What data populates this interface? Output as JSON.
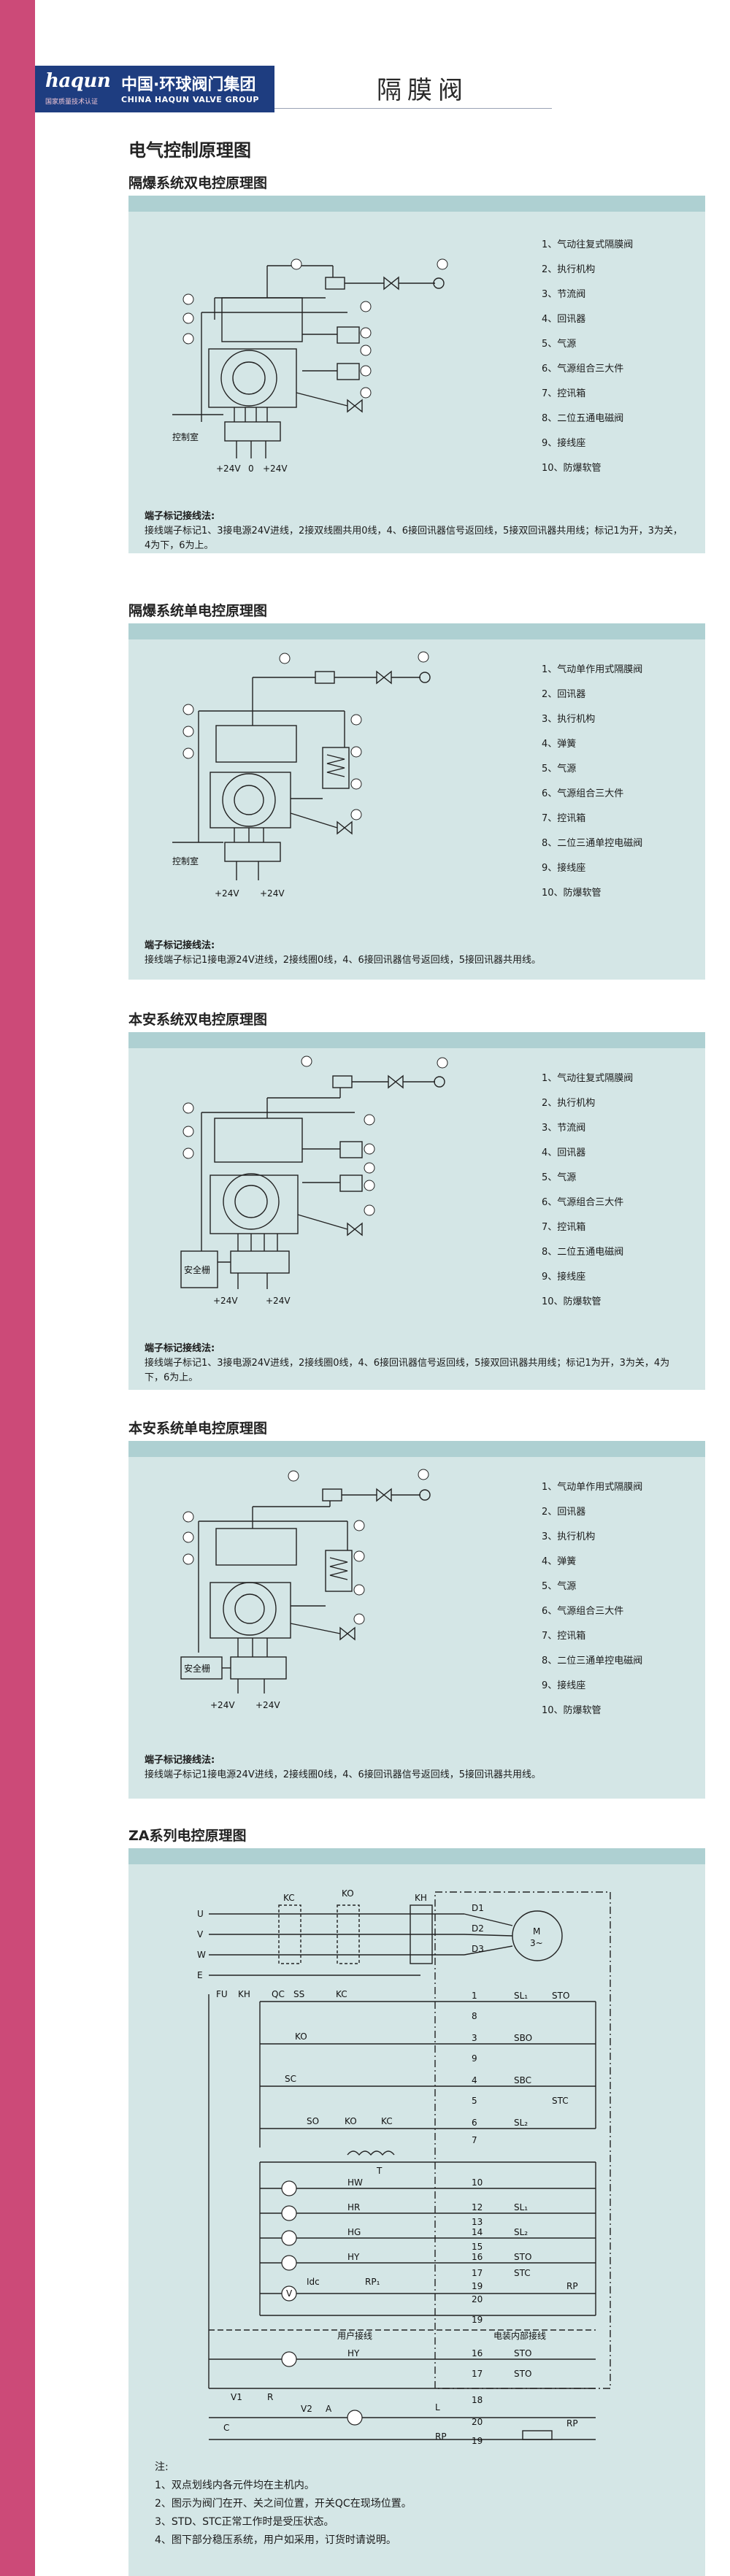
{
  "header": {
    "logo_en": "haqun",
    "logo_tagline": "国家质量技术认证",
    "logo_cn": "中国·环球阀门集团",
    "logo_en_sub": "CHINA HAQUN VALVE GROUP",
    "title": "隔膜阀"
  },
  "page_title": "电气控制原理图",
  "sections": [
    {
      "title": "隔爆系统双电控原理图",
      "legend": [
        "1、气动往复式隔膜阀",
        "2、执行机构",
        "3、节流阀",
        "4、回讯器",
        "5、气源",
        "6、气源组合三大件",
        "7、控讯箱",
        "8、二位五通电磁阀",
        "9、接线座",
        "10、防爆软管"
      ],
      "terminal_title": "端子标记接线法:",
      "terminal_text": "接线端子标记1、3接电源24V进线，2接双线圈共用0线，4、6接回讯器信号返回线，5接双回讯器共用线；标记1为开，3为关，4为下，6为上。",
      "labels": {
        "control_room": "控制室",
        "v1": "+24V",
        "v0": "0",
        "v2": "+24V"
      }
    },
    {
      "title": "隔爆系统单电控原理图",
      "legend": [
        "1、气动单作用式隔膜阀",
        "2、回讯器",
        "3、执行机构",
        "4、弹簧",
        "5、气源",
        "6、气源组合三大件",
        "7、控讯箱",
        "8、二位三通单控电磁阀",
        "9、接线座",
        "10、防爆软管"
      ],
      "terminal_title": "端子标记接线法:",
      "terminal_text": "接线端子标记1接电源24V进线，2接线圈0线，4、6接回讯器信号返回线，5接回讯器共用线。",
      "labels": {
        "control_room": "控制室",
        "v1": "+24V",
        "v2": "+24V"
      }
    },
    {
      "title": "本安系统双电控原理图",
      "legend": [
        "1、气动往复式隔膜阀",
        "2、执行机构",
        "3、节流阀",
        "4、回讯器",
        "5、气源",
        "6、气源组合三大件",
        "7、控讯箱",
        "8、二位五通电磁阀",
        "9、接线座",
        "10、防爆软管"
      ],
      "terminal_title": "端子标记接线法:",
      "terminal_text": "接线端子标记1、3接电源24V进线，2接线圈0线，4、6接回讯器信号返回线，5接双回讯器共用线；标记1为开，3为关，4为下，6为上。",
      "labels": {
        "control_room": "安全栅",
        "v1": "+24V",
        "v2": "+24V"
      }
    },
    {
      "title": "本安系统单电控原理图",
      "legend": [
        "1、气动单作用式隔膜阀",
        "2、回讯器",
        "3、执行机构",
        "4、弹簧",
        "5、气源",
        "6、气源组合三大件",
        "7、控讯箱",
        "8、二位三通单控电磁阀",
        "9、接线座",
        "10、防爆软管"
      ],
      "terminal_title": "端子标记接线法:",
      "terminal_text": "接线端子标记1接电源24V进线，2接线圈0线，4、6接回讯器信号返回线，5接回讯器共用线。",
      "labels": {
        "control_room": "安全栅",
        "v1": "+24V",
        "v2": "+24V"
      }
    }
  ],
  "za": {
    "title": "ZA系列电控原理图",
    "phases": [
      "U",
      "V",
      "W",
      "E"
    ],
    "left_labels": {
      "kc": "KC",
      "ko": "KO",
      "kh": "KH",
      "fu": "FU",
      "kh2": "KH",
      "qc": "QC",
      "ss": "SS",
      "kc2": "KC",
      "ko2": "KO",
      "sc": "SC",
      "so": "SO",
      "ko3": "KO",
      "kc3": "KC",
      "t": "T"
    },
    "motor": "M",
    "motor_sub": "3~",
    "terminals_upper": [
      "D1",
      "D2",
      "D3",
      "1",
      "8",
      "3",
      "9",
      "4",
      "5",
      "6",
      "7"
    ],
    "switches_upper": [
      "SL₁",
      "STO",
      "SBO",
      "SBC",
      "SL₂",
      "STC"
    ],
    "lamps": [
      "HW",
      "HR",
      "HG",
      "HY"
    ],
    "terminals_mid": [
      "10",
      "12",
      "13",
      "14",
      "15",
      "16",
      "17",
      "19",
      "20",
      "19"
    ],
    "switches_mid": [
      "SL₁",
      "SL₂",
      "STO",
      "STC",
      "RP"
    ],
    "mid_labels": {
      "idc": "Idc",
      "rp1": "RP₁",
      "v": "V"
    },
    "divider_left": "用户接线",
    "divider_right": "电装内部接线",
    "lower_lamp": "HY",
    "terminals_lower": [
      "16",
      "17",
      "18",
      "20",
      "19"
    ],
    "switches_lower": [
      "STO",
      "STO",
      "RP"
    ],
    "lower_labels": {
      "v1": "V1",
      "r": "R",
      "v2": "V2",
      "c": "C",
      "a": "A",
      "rp": "RP",
      "l": "L"
    },
    "notes": [
      "注:",
      "1、双点划线内各元件均在主机内。",
      "2、图示为阀门在开、关之间位置，开关QC在现场位置。",
      "3、STD、STC正常工作时是受压状态。",
      "4、图下部分稳压系统，用户如采用，订货时请说明。"
    ]
  }
}
